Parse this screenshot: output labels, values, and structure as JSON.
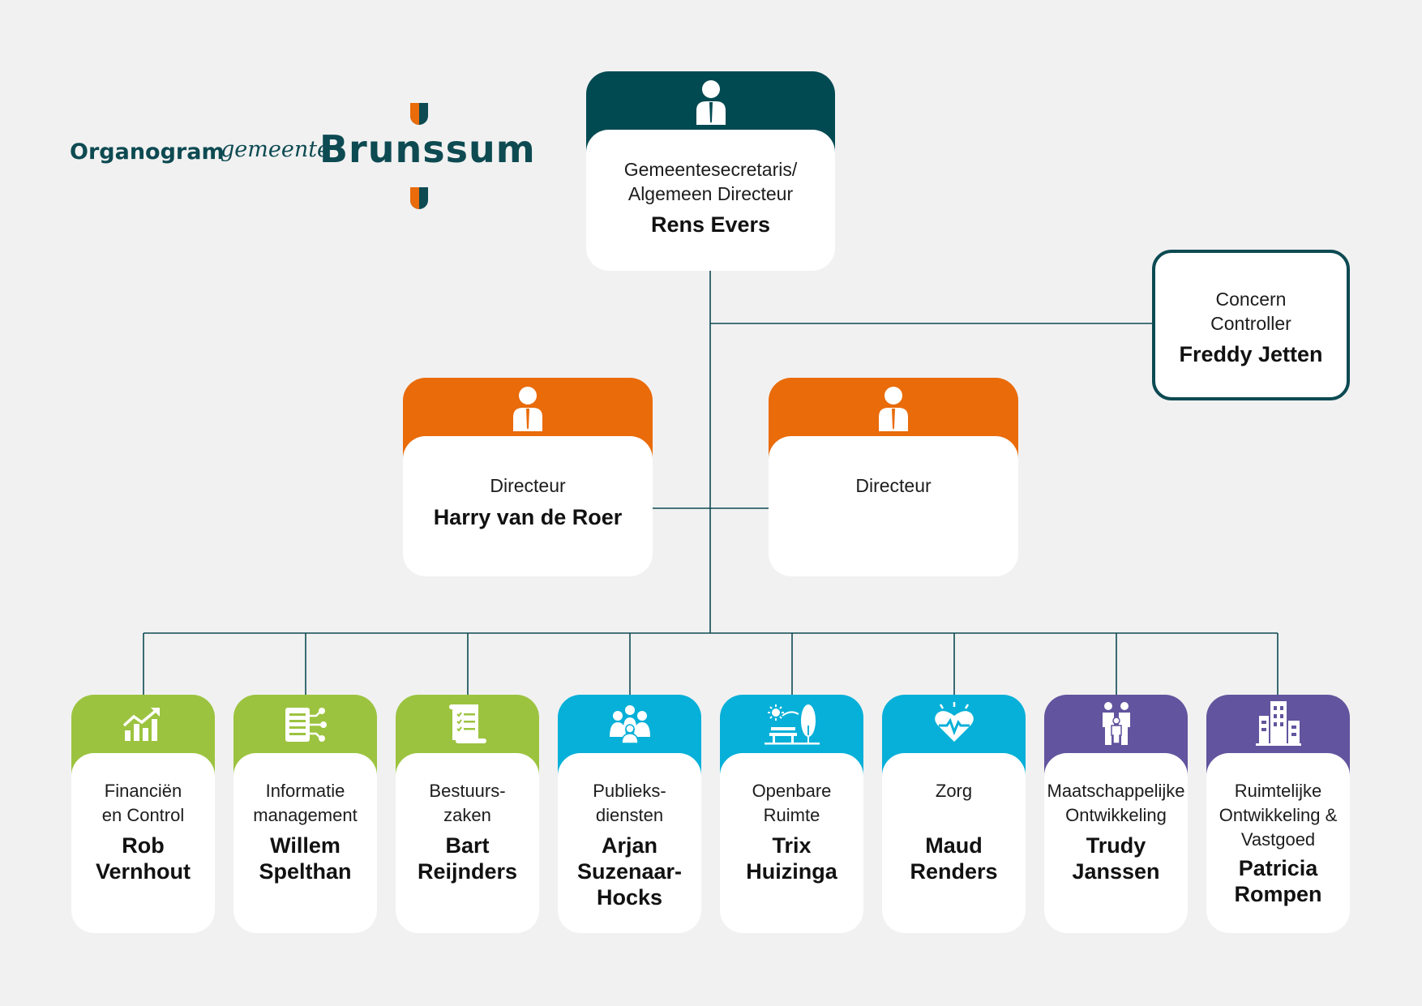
{
  "title": "Organogram",
  "logo": {
    "prefix": "gemeente",
    "name": "Brunssum"
  },
  "colors": {
    "dark_teal": "#024a52",
    "orange": "#e96b0a",
    "green": "#9cc33f",
    "cyan": "#07b0d8",
    "purple": "#62549e"
  },
  "top": {
    "role_line1": "Gemeentesecretaris/",
    "role_line2": "Algemeen Directeur",
    "name": "Rens Evers",
    "icon": "person-icon"
  },
  "controller": {
    "role_line1": "Concern",
    "role_line2": "Controller",
    "name": "Freddy Jetten"
  },
  "directors": [
    {
      "role": "Directeur",
      "name": "Harry van de Roer",
      "icon": "person-icon"
    },
    {
      "role": "Directeur",
      "name": "",
      "icon": "person-icon"
    }
  ],
  "departments": [
    {
      "role": [
        "Financiën",
        "en Control"
      ],
      "name": [
        "Rob",
        "Vernhout"
      ],
      "icon": "growth-chart-icon",
      "color": "green"
    },
    {
      "role": [
        "Informatie",
        "management"
      ],
      "name": [
        "Willem",
        "Spelthan"
      ],
      "icon": "data-network-icon",
      "color": "green"
    },
    {
      "role": [
        "Bestuurs-",
        "zaken"
      ],
      "name": [
        "Bart",
        "Reijnders"
      ],
      "icon": "document-checklist-icon",
      "color": "green"
    },
    {
      "role": [
        "Publieks-",
        "diensten"
      ],
      "name": [
        "Arjan",
        "Suzenaar-",
        "Hocks"
      ],
      "icon": "people-group-icon",
      "color": "cyan"
    },
    {
      "role": [
        "Openbare",
        "Ruimte"
      ],
      "name": [
        "Trix",
        "Huizinga"
      ],
      "icon": "park-bench-icon",
      "color": "cyan"
    },
    {
      "role": [
        "Zorg"
      ],
      "name": [
        "Maud",
        "Renders"
      ],
      "icon": "heart-pulse-icon",
      "color": "cyan"
    },
    {
      "role": [
        "Maatschappelijke",
        "Ontwikkeling"
      ],
      "name": [
        "Trudy",
        "Janssen"
      ],
      "icon": "parent-child-icon",
      "color": "purple"
    },
    {
      "role": [
        "Ruimtelijke",
        "Ontwikkeling &",
        "Vastgoed"
      ],
      "name": [
        "Patricia",
        "Rompen"
      ],
      "icon": "buildings-icon",
      "color": "purple"
    }
  ]
}
